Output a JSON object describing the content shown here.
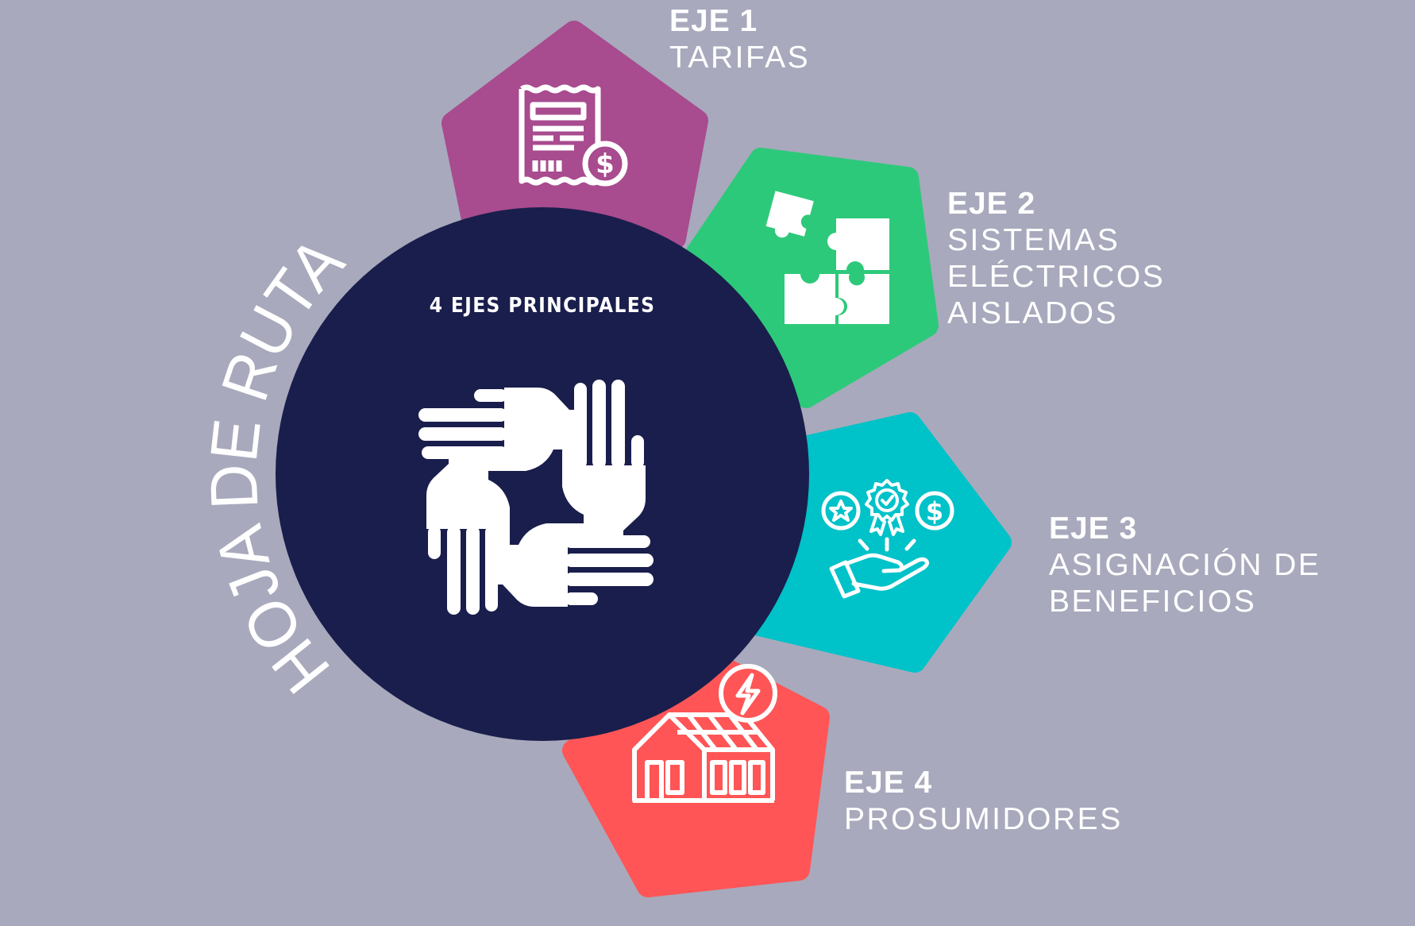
{
  "diagram": {
    "side_title": "HOJA DE RUTA",
    "center_title": "4 EJES PRINCIPALES",
    "center_icon": "four-hands-teamwork-icon",
    "colors": {
      "background": "#A8A9BC",
      "center_circle": "#1A1E4C",
      "text": "#FFFFFF"
    },
    "axes": [
      {
        "title": "EJE 1",
        "lines": [
          "TARIFAS"
        ],
        "icon": "receipt-dollar-icon",
        "color": "#A84B8F"
      },
      {
        "title": "EJE 2",
        "lines": [
          "SISTEMAS",
          "ELÉCTRICOS",
          "AISLADOS"
        ],
        "icon": "puzzle-pieces-icon",
        "color": "#2DC97A"
      },
      {
        "title": "EJE 3",
        "lines": [
          "ASIGNACIÓN DE",
          "BENEFICIOS"
        ],
        "icon": "hand-benefits-award-icon",
        "color": "#00C2C9"
      },
      {
        "title": "EJE 4",
        "lines": [
          "PROSUMIDORES"
        ],
        "icon": "solar-house-energy-icon",
        "color": "#FF5556"
      }
    ]
  }
}
